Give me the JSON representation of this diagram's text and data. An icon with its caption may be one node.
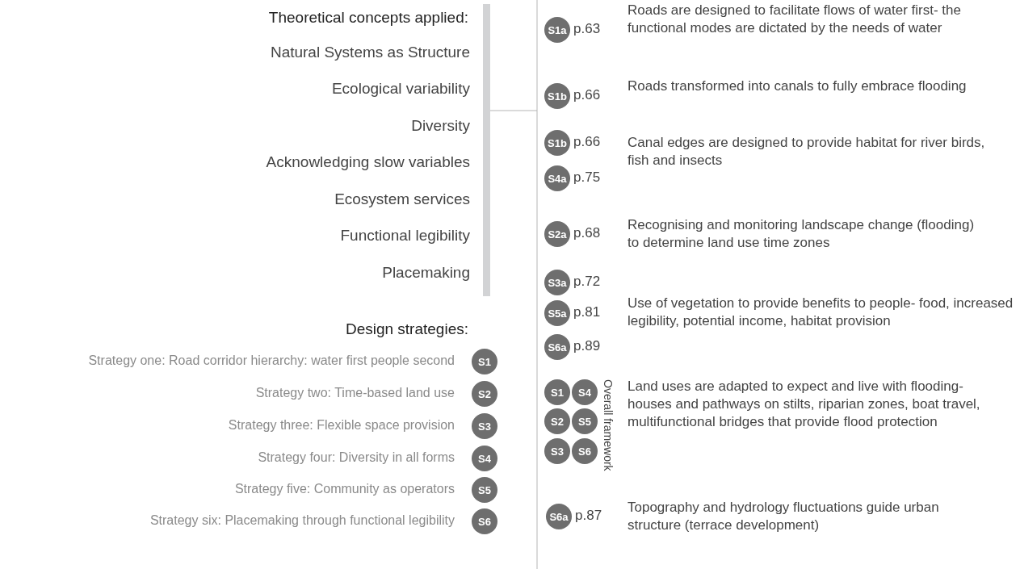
{
  "diagram": {
    "nodes": [
      {
        "text": [
          "S1"
        ]
      },
      {
        "text": [
          "S2"
        ]
      },
      {
        "text": [
          "S3"
        ]
      },
      {
        "text": [
          "S4"
        ]
      },
      {
        "text": [
          "S5"
        ]
      },
      {
        "text": [
          "S6"
        ]
      },
      {
        "text": [
          "S1a"
        ],
        "beside": [
          "p.63"
        ]
      },
      {
        "text": [
          "S1b"
        ],
        "beside": [
          "p.66"
        ]
      },
      {
        "text": [
          "S1b"
        ],
        "beside": [
          "p.66"
        ]
      },
      {
        "text": [
          "S4a"
        ],
        "beside": [
          "p.75"
        ]
      },
      {
        "text": [
          "S2a"
        ],
        "beside": [
          "p.68"
        ]
      },
      {
        "text": [
          "S3a"
        ],
        "beside": [
          "p.72"
        ]
      },
      {
        "text": [
          "S5a"
        ],
        "beside": [
          "p.81"
        ]
      },
      {
        "text": [
          "S6a"
        ],
        "beside": [
          "p.89"
        ]
      },
      {
        "text": [
          "S1"
        ]
      },
      {
        "text": [
          "S4"
        ]
      },
      {
        "text": [
          "S2"
        ]
      },
      {
        "text": [
          "S5"
        ]
      },
      {
        "text": [
          "S3"
        ]
      },
      {
        "text": [
          "S6"
        ]
      },
      {
        "text": [
          "S6a"
        ],
        "beside": [
          "p.87"
        ]
      }
    ],
    "labels": [
      "Theoretical concepts applied:",
      "Natural Systems as Structure",
      "Ecological variability",
      "Diversity",
      "Acknowledging slow variables",
      "Ecosystem services",
      "Functional legibility",
      "Placemaking",
      "Design strategies:",
      "Strategy one: Road corridor hierarchy: water first people second",
      "Strategy two: Time-based land use",
      "Strategy three: Flexible space provision",
      "Strategy four: Diversity in all forms",
      "Strategy five: Community as operators",
      "Strategy six: Placemaking through functional legibility",
      "Roads are designed to facilitate flows of water first- the functional modes are dictated by the needs of water",
      "Roads transformed into canals to fully embrace flooding",
      "Canal edges are designed to provide habitat for river birds, fish and insects",
      "Recognising and monitoring landscape change (flooding) to determine land use time zones",
      "Use of vegetation to provide benefits to people- food, increased legibility, potential income, habitat provision",
      "Overall framework",
      "Land uses are adapted to expect and live with flooding- houses and pathways on stilts, riparian zones, boat travel, multifunctional bridges that provide flood protection",
      "Topography and hydrology fluctuations guide urban structure (terrace development)"
    ]
  }
}
